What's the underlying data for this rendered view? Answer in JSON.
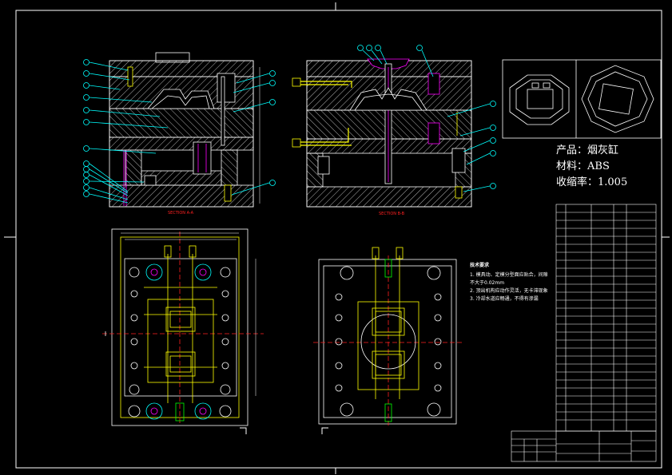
{
  "product": {
    "product_line": "产品：烟灰缸",
    "material_line": "材料：ABS",
    "shrink_line": "收缩率：1.005"
  },
  "sections": {
    "a_label": "SECTION A-A",
    "b_label": "SECTION B-B"
  },
  "tech_notes": {
    "heading": "技术要求",
    "lines": [
      "1. 模具动、定模分型面应贴合，间隙不大于0.02mm",
      "2. 顶出机构应动作灵活，无卡滞现象",
      "3. 冷却水道应畅通，不得有渗漏"
    ]
  },
  "colors": {
    "background": "#000000",
    "line": "#ffffff",
    "hatch": "#ffffff",
    "accent_yellow": "#ffff00",
    "accent_magenta": "#ff00ff",
    "accent_red": "#ff2020",
    "accent_cyan": "#00ffff",
    "accent_green": "#00ff00"
  }
}
